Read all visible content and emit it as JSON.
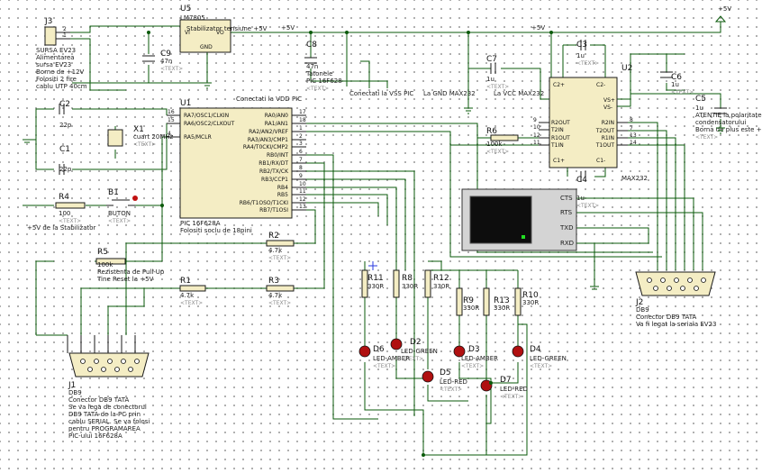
{
  "rails": {
    "vcc_top_right": "+5V",
    "vcc_left": "+5V",
    "vcc_mid": "+5V"
  },
  "j3": {
    "ref": "J3",
    "pins": [
      "2",
      "1"
    ],
    "label": "SURSA EV23",
    "desc": [
      "Alimentarea",
      "sursa EV23",
      "Borne de +12V",
      "Folositi 2 fire",
      "cablu UTP 40cm"
    ]
  },
  "u5": {
    "ref": "U5",
    "part": "LM7805",
    "title": "Stabilizator tensiune +5V",
    "pins": [
      "VI",
      "VO",
      "GND"
    ]
  },
  "c9": {
    "ref": "C9",
    "value": "47n"
  },
  "c8": {
    "ref": "C8",
    "value": "47n",
    "desc": [
      "Tatonele",
      "PIC 16F628"
    ]
  },
  "notes": {
    "vdd": "Conectati la VDD PIC",
    "vss": "Conectati la VSS PIC",
    "gnd_max": "La GND MAX232",
    "vcc_max": "La VCC MAX232",
    "stab": "+5V de la Stabilizator",
    "pullup": [
      "Rezistenta de Pull-Up",
      "Tine Reset la +5V"
    ]
  },
  "c7": {
    "ref": "C7",
    "value": "1u"
  },
  "c3": {
    "ref": "C3",
    "value": "1u"
  },
  "c4": {
    "ref": "C4",
    "value": "1u"
  },
  "c6": {
    "ref": "C6",
    "value": "1u"
  },
  "c5": {
    "ref": "C5",
    "value": "1u",
    "desc": [
      "ATENTIE la polaritatea",
      "condensatorului",
      "Borna de plus este +"
    ]
  },
  "c2": {
    "ref": "C2",
    "value": "22p"
  },
  "c1": {
    "ref": "C1",
    "value": "22p"
  },
  "x1": {
    "ref": "X1",
    "value": "cuart 20MHz"
  },
  "u1": {
    "ref": "U1",
    "part": "PIC 16F628A",
    "note": "Folositi soclu de 18pini",
    "left": [
      {
        "n": "16",
        "name": "RA7/OSC1/CLKIN"
      },
      {
        "n": "15",
        "name": "RA6/OSC2/CLKOUT"
      },
      {
        "n": "4",
        "name": "RA5/MCLR"
      }
    ],
    "right": [
      {
        "n": "17",
        "name": "RA0/AN0"
      },
      {
        "n": "18",
        "name": "RA1/AN1"
      },
      {
        "n": "1",
        "name": "RA2/AN2/VREF"
      },
      {
        "n": "2",
        "name": "RA3/AN3/CMP1"
      },
      {
        "n": "3",
        "name": "RA4/T0CKI/CMP2"
      },
      {
        "n": "6",
        "name": "RB0/INT"
      },
      {
        "n": "7",
        "name": "RB1/RX/DT"
      },
      {
        "n": "8",
        "name": "RB2/TX/CK"
      },
      {
        "n": "9",
        "name": "RB3/CCP1"
      },
      {
        "n": "10",
        "name": "RB4"
      },
      {
        "n": "11",
        "name": "RB5"
      },
      {
        "n": "12",
        "name": "RB6/T1OSO/T1CKI"
      },
      {
        "n": "13",
        "name": "RB7/T1OSI"
      }
    ]
  },
  "u2": {
    "ref": "U2",
    "part": "MAX232",
    "left": [
      {
        "n": "11",
        "name": "T1IN"
      },
      {
        "n": "10",
        "name": "T2IN"
      },
      {
        "n": "12",
        "name": "R1OUT"
      },
      {
        "n": "9",
        "name": "R2OUT"
      }
    ],
    "right": [
      {
        "n": "14",
        "name": "T1OUT"
      },
      {
        "n": "7",
        "name": "T2OUT"
      },
      {
        "n": "13",
        "name": "R1IN"
      },
      {
        "n": "8",
        "name": "R2IN"
      }
    ],
    "top": [
      "C2+",
      "C2-"
    ],
    "bottom": [
      "C1+",
      "C1-"
    ],
    "vs": [
      "VS+",
      "VS-"
    ]
  },
  "resistors": [
    {
      "ref": "R4",
      "value": "100"
    },
    {
      "ref": "R5",
      "value": "100k"
    },
    {
      "ref": "R1",
      "value": "4.7k"
    },
    {
      "ref": "R2",
      "value": "4.7k"
    },
    {
      "ref": "R3",
      "value": "4.7k"
    },
    {
      "ref": "R6",
      "value": "100k"
    },
    {
      "ref": "R11",
      "value": "330R"
    },
    {
      "ref": "R8",
      "value": "330R"
    },
    {
      "ref": "R12",
      "value": "330R"
    },
    {
      "ref": "R9",
      "value": "330R"
    },
    {
      "ref": "R13",
      "value": "330R"
    },
    {
      "ref": "R10",
      "value": "330R"
    }
  ],
  "b1": {
    "ref": "B1",
    "label": "BUTON"
  },
  "leds": [
    {
      "ref": "D6",
      "value": "LED-AMBER"
    },
    {
      "ref": "D2",
      "value": "LED-GREEN"
    },
    {
      "ref": "D5",
      "value": "LED-RED"
    },
    {
      "ref": "D3",
      "value": "LED-AMBER"
    },
    {
      "ref": "D4",
      "value": "LED-GREEN"
    },
    {
      "ref": "D7",
      "value": "LED-RED"
    }
  ],
  "terminal": {
    "pins": [
      "CTS",
      "RTS",
      "TXD",
      "RXD"
    ]
  },
  "j1": {
    "ref": "J1",
    "part": "DB9",
    "desc": [
      "Conector DB9 TATA",
      "Se va lega de conectorul",
      "DB9 TATA de la PC prin",
      "cablu SERIAL. Se va folosi",
      "pentru PROGRAMAREA",
      "PIC-ului 16F628A"
    ]
  },
  "j2": {
    "ref": "J2",
    "part": "DB9",
    "desc": [
      "Conector DB9 TATA",
      "Va fi legat la seriala EV23"
    ]
  },
  "text_placeholder": "<TEXT>"
}
